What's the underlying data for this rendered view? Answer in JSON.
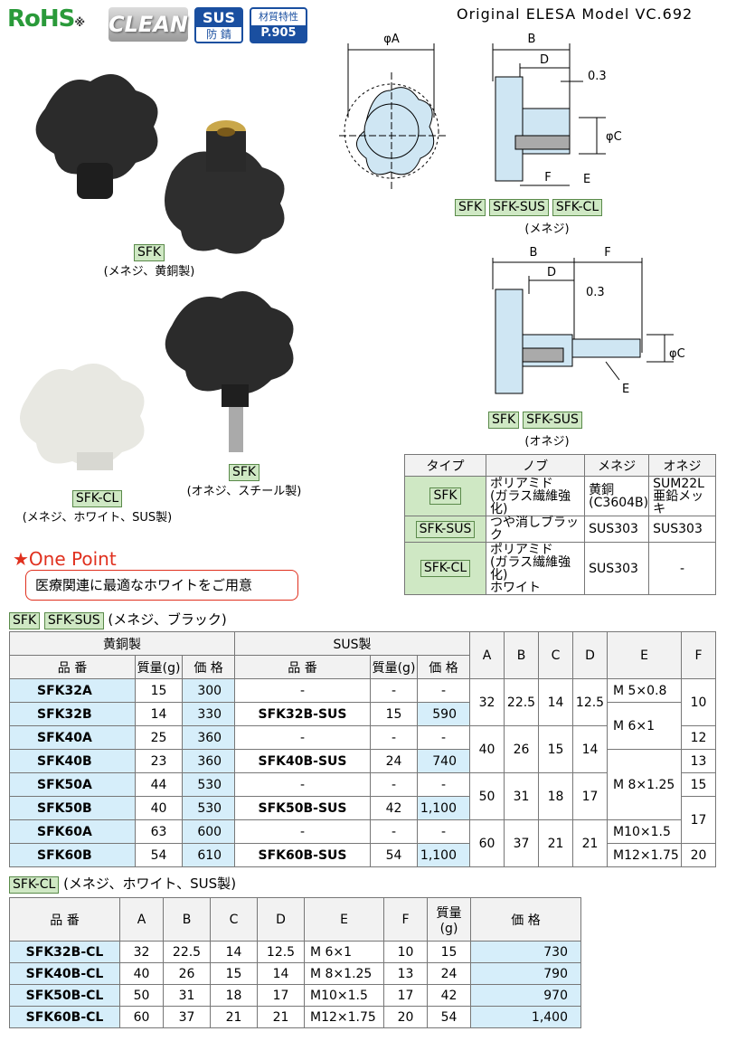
{
  "header": {
    "rohs": "RoHS",
    "rohs_mark": "※",
    "clean": "CLEAN",
    "sus_badge": "SUS",
    "sus_sub": "防 錆",
    "material_badge": "材質特性",
    "material_page": "P.905",
    "model": "Original ELESA Model VC.692"
  },
  "photos": {
    "sfk_tag": "SFK",
    "sfk_caption": "(メネジ、黄銅製)",
    "sfk2_tag": "SFK",
    "sfk2_caption": "(オネジ、スチール製)",
    "sfkcl_tag": "SFK-CL",
    "sfkcl_caption": "(メネジ、ホワイト、SUS製)"
  },
  "diagram1": {
    "phiA": "φA",
    "B": "B",
    "D": "D",
    "d03": "0.3",
    "phiC": "φC",
    "F": "F",
    "E": "E",
    "tags": [
      "SFK",
      "SFK-SUS",
      "SFK-CL"
    ],
    "caption": "(メネジ)"
  },
  "diagram2": {
    "B": "B",
    "F": "F",
    "D": "D",
    "d03": "0.3",
    "phiC": "φC",
    "E": "E",
    "tags": [
      "SFK",
      "SFK-SUS"
    ],
    "caption": "(オネジ)"
  },
  "one_point": {
    "title": "★One Point",
    "text": "医療関連に最適なホワイトをご用意"
  },
  "material_table": {
    "headers": [
      "タイプ",
      "ノブ",
      "メネジ",
      "オネジ"
    ],
    "r1": {
      "type": "SFK",
      "knob": "ポリアミド\n(ガラス繊維強化)",
      "female": "黄銅\n(C3604B)",
      "male": "SUM22L\n亜鉛メッキ"
    },
    "r2": {
      "type": "SFK-SUS",
      "knob": "つや消しブラック",
      "female": "SUS303",
      "male": "SUS303"
    },
    "r3": {
      "type": "SFK-CL",
      "knob": "ポリアミド\n(ガラス繊維強化)\nホワイト",
      "female": "SUS303",
      "male": "-"
    }
  },
  "section1": {
    "tag1": "SFK",
    "tag2": "SFK-SUS",
    "title": "(メネジ、ブラック)"
  },
  "table1": {
    "group_brass": "黄銅製",
    "group_sus": "SUS製",
    "h_code": "品 番",
    "h_weight": "質量(g)",
    "h_price": "価 格",
    "h_code2": "品 番",
    "h_weight2": "質量(g)",
    "h_price2": "価 格",
    "dims": [
      "A",
      "B",
      "C",
      "D",
      "E",
      "F"
    ],
    "rows": [
      {
        "code": "SFK32A",
        "w": "15",
        "p": "300",
        "code2": "-",
        "w2": "-",
        "p2": "-"
      },
      {
        "code": "SFK32B",
        "w": "14",
        "p": "330",
        "code2": "SFK32B-SUS",
        "w2": "15",
        "p2": "590"
      },
      {
        "code": "SFK40A",
        "w": "25",
        "p": "360",
        "code2": "-",
        "w2": "-",
        "p2": "-"
      },
      {
        "code": "SFK40B",
        "w": "23",
        "p": "360",
        "code2": "SFK40B-SUS",
        "w2": "24",
        "p2": "740"
      },
      {
        "code": "SFK50A",
        "w": "44",
        "p": "530",
        "code2": "-",
        "w2": "-",
        "p2": "-"
      },
      {
        "code": "SFK50B",
        "w": "40",
        "p": "530",
        "code2": "SFK50B-SUS",
        "w2": "42",
        "p2": "1,100"
      },
      {
        "code": "SFK60A",
        "w": "63",
        "p": "600",
        "code2": "-",
        "w2": "-",
        "p2": "-"
      },
      {
        "code": "SFK60B",
        "w": "54",
        "p": "610",
        "code2": "SFK60B-SUS",
        "w2": "54",
        "p2": "1,100"
      }
    ],
    "dimvals": [
      {
        "A": "32",
        "B": "22.5",
        "C": "14",
        "D": "12.5"
      },
      {
        "A": "40",
        "B": "26",
        "C": "15",
        "D": "14"
      },
      {
        "A": "50",
        "B": "31",
        "C": "18",
        "D": "17"
      },
      {
        "A": "60",
        "B": "37",
        "C": "21",
        "D": "21"
      }
    ],
    "E": [
      "M 5×0.8",
      "M 6×1",
      "M 8×1.25",
      "M10×1.5",
      "M12×1.75"
    ],
    "F": [
      "10",
      "12",
      "13",
      "15",
      "17",
      "20"
    ]
  },
  "section2": {
    "tag": "SFK-CL",
    "title": "(メネジ、ホワイト、SUS製)"
  },
  "table2": {
    "headers": [
      "品 番",
      "A",
      "B",
      "C",
      "D",
      "E",
      "F",
      "質量\n(g)",
      "価 格"
    ],
    "rows": [
      {
        "code": "SFK32B-CL",
        "A": "32",
        "B": "22.5",
        "C": "14",
        "D": "12.5",
        "E": "M 6×1",
        "F": "10",
        "w": "15",
        "p": "730"
      },
      {
        "code": "SFK40B-CL",
        "A": "40",
        "B": "26",
        "C": "15",
        "D": "14",
        "E": "M 8×1.25",
        "F": "13",
        "w": "24",
        "p": "790"
      },
      {
        "code": "SFK50B-CL",
        "A": "50",
        "B": "31",
        "C": "18",
        "D": "17",
        "E": "M10×1.5",
        "F": "17",
        "w": "42",
        "p": "970"
      },
      {
        "code": "SFK60B-CL",
        "A": "60",
        "B": "37",
        "C": "21",
        "D": "21",
        "E": "M12×1.75",
        "F": "20",
        "w": "54",
        "p": "1,400"
      }
    ]
  }
}
